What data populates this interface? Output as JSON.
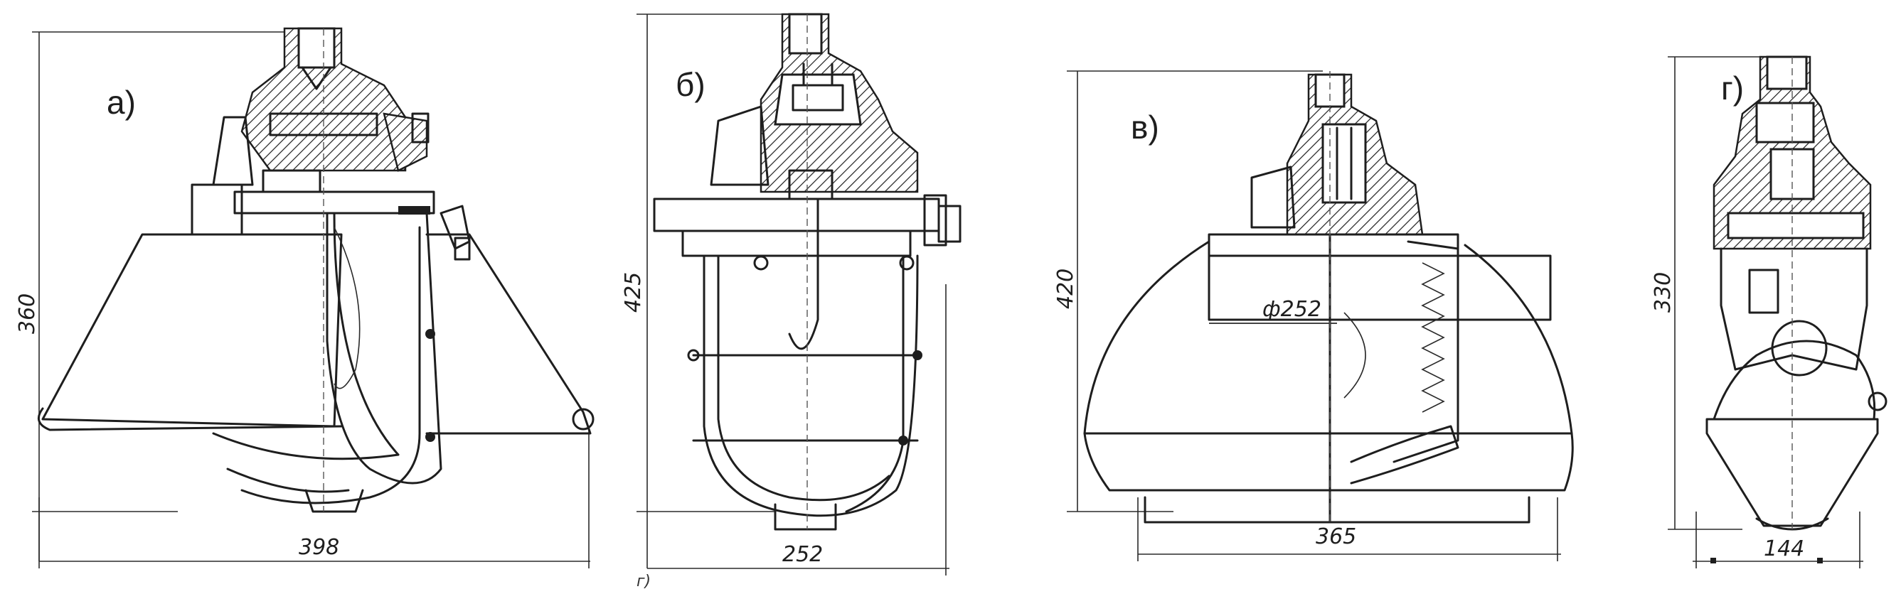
{
  "figures": [
    {
      "id": "a",
      "label": "а)",
      "height_dim": "360",
      "width_dim": "398"
    },
    {
      "id": "b",
      "label": "б)",
      "height_dim": "425",
      "width_dim": "252"
    },
    {
      "id": "v",
      "label": "в)",
      "height_dim": "420",
      "width_dim": "365",
      "diameter_dim": "ф252"
    },
    {
      "id": "g",
      "label": "г)",
      "height_dim": "330",
      "width_dim": "144"
    }
  ],
  "stray_marks": {
    "g_small": "г)"
  }
}
